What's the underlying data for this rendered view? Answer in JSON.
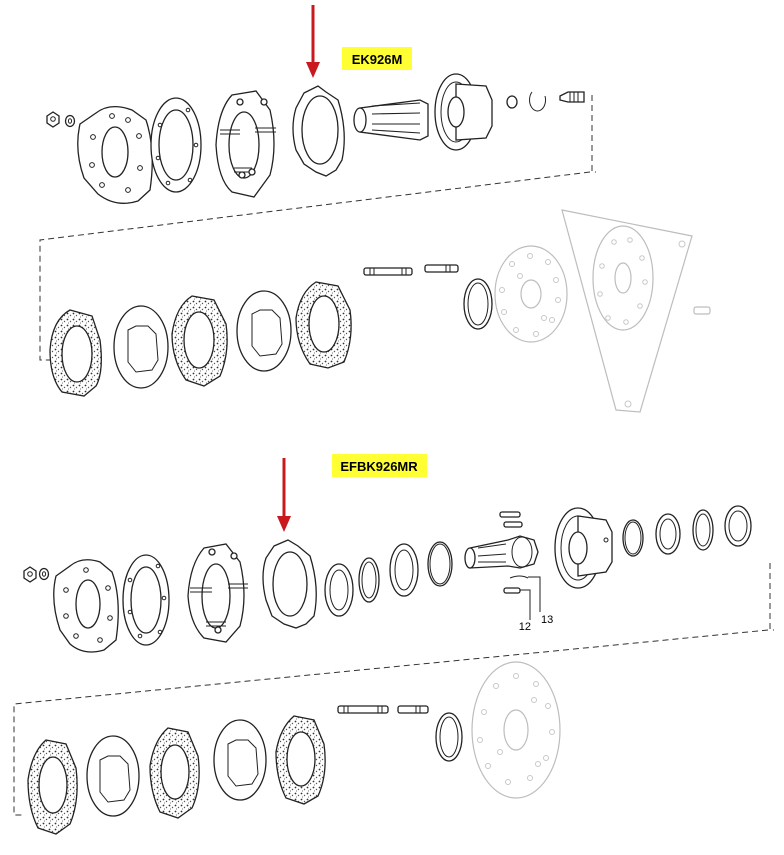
{
  "labels": {
    "top_part_code": "EK926M",
    "bottom_part_code": "EFBK926MR",
    "callout_12": "12",
    "callout_13": "13"
  },
  "colors": {
    "label_background": "#ffff33",
    "arrow": "#c8191e",
    "line_art": "#222222",
    "faded_parts": "#bdbdbd"
  },
  "icons": {
    "pointer": "down-arrow-icon"
  }
}
